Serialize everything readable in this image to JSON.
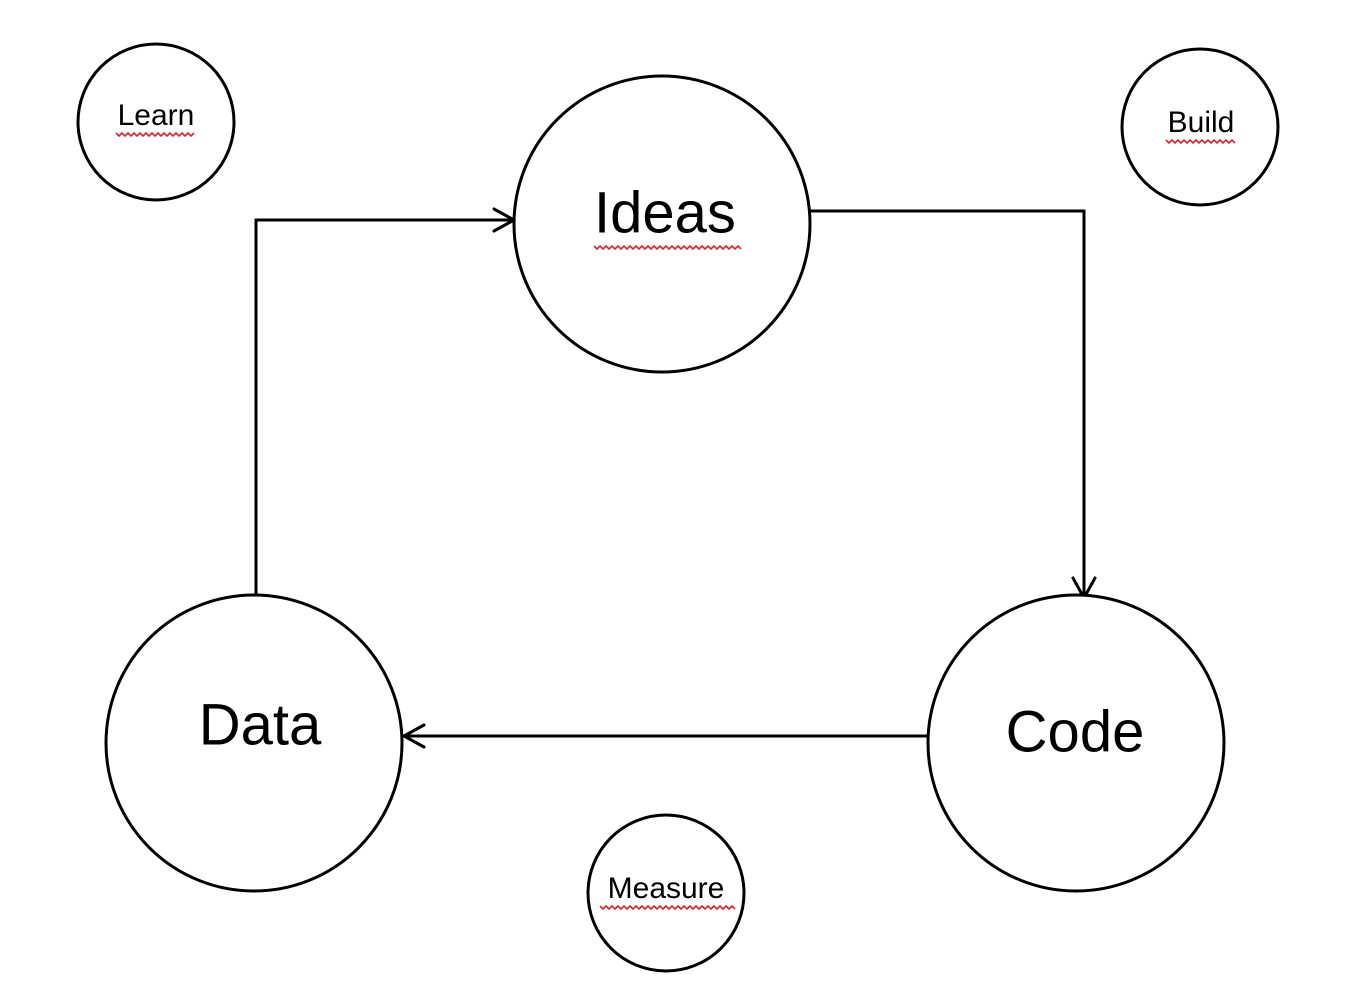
{
  "diagram": {
    "nodes": {
      "ideas": "Ideas",
      "code": "Code",
      "data": "Data"
    },
    "phases": {
      "learn": "Learn",
      "build": "Build",
      "measure": "Measure"
    },
    "edges": [
      {
        "from": "ideas",
        "to": "code"
      },
      {
        "from": "code",
        "to": "data"
      },
      {
        "from": "data",
        "to": "ideas"
      }
    ]
  },
  "colors": {
    "stroke": "#000000",
    "background": "#ffffff",
    "spellcheck_underline": "#e8202a"
  }
}
